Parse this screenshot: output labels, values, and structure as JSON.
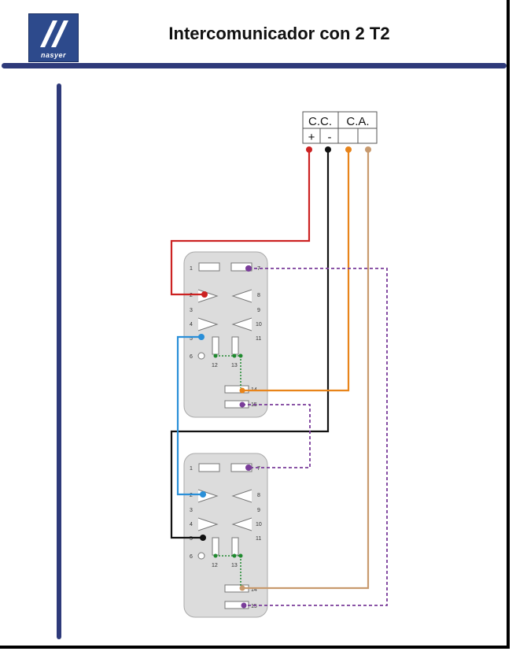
{
  "header": {
    "title": "Intercomunicador con 2 T2",
    "logo_text": "nasyer"
  },
  "terminal": {
    "groups": [
      "C.C.",
      "C.A."
    ],
    "cc_signs": [
      "+",
      "-"
    ]
  },
  "device": {
    "left_pins": [
      "1",
      "2",
      "3",
      "4",
      "5",
      "6"
    ],
    "right_pins": [
      "7",
      "8",
      "9",
      "10",
      "11"
    ],
    "bottom_pins": [
      "12",
      "13"
    ],
    "side_pins": [
      "14",
      "15"
    ]
  },
  "colors": {
    "frame_blue": "#2e3a7a",
    "wire_red": "#cc2222",
    "wire_black": "#111111",
    "wire_orange": "#e8841a",
    "wire_brown": "#c89a6e",
    "wire_blue": "#2a8fd8",
    "wire_purple": "#7a3d9a",
    "bridge_green": "#1f8a2e",
    "device_fill": "#dcdcdc"
  }
}
